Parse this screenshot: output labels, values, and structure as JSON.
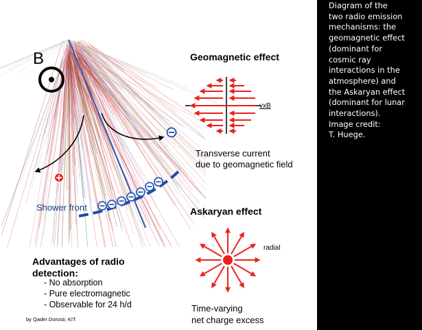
{
  "figure": {
    "b_label": "B",
    "geomagnetic_title": "Geomagnetic effect",
    "vxb_label": "vxB",
    "geomagnetic_caption": [
      "Transverse current",
      "due to geomagnetic field"
    ],
    "shower_front_label": "Shower front",
    "askaryan_title": "Askaryan effect",
    "radial_label": "radial",
    "advantages_title": [
      "Advantages of radio",
      "detection:"
    ],
    "advantages": [
      "- No absorption",
      "- Pure electromagnetic",
      "- Observable for 24 h/d"
    ],
    "askaryan_caption": [
      "Time-varying",
      "net charge excess"
    ],
    "author_credit": "by Qader  Dorosti, KIT",
    "colors": {
      "shower": "#d42a2a",
      "axis": "#2d5bb5",
      "arrows": "#e8221b",
      "front": "#1f48a8"
    },
    "icons": [
      "b-field-out-of-page-icon",
      "positive-charge-icon",
      "negative-charge-icon"
    ]
  },
  "side_caption": [
    "Diagram of the",
    "two radio emission",
    "mechanisms: the",
    "geomagnetic effect",
    "(dominant for",
    "cosmic ray",
    "interactions in the",
    "atmosphere) and",
    "the Askaryan effect",
    "(dominant for lunar",
    "interactions).",
    "Image credit:",
    "T. Huege."
  ]
}
